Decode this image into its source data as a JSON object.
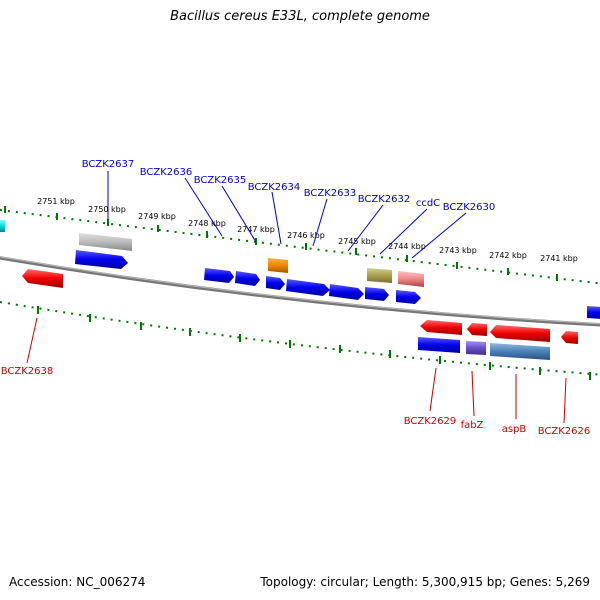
{
  "title": "Bacillus cereus E33L, complete genome",
  "footer": {
    "accession": "Accession: NC_006274",
    "summary": "Topology: circular; Length: 5,300,915 bp; Genes: 5,269"
  },
  "ruler": {
    "unit": "kbp",
    "outer_ticks": [
      "2751 kbp",
      "2750 kbp",
      "2749 kbp",
      "2748 kbp",
      "2747 kbp",
      "2746 kbp",
      "2745 kbp",
      "2744 kbp",
      "2743 kbp",
      "2742 kbp",
      "2741 kbp"
    ]
  },
  "genes_forward": [
    "BCZK2637",
    "BCZK2636",
    "BCZK2635",
    "BCZK2634",
    "BCZK2633",
    "BCZK2632",
    "ccdC",
    "BCZK2630"
  ],
  "genes_reverse": [
    "BCZK2638",
    "BCZK2629",
    "fabZ",
    "aspB",
    "BCZK2626"
  ],
  "colors": {
    "forward_label": "#0000cc",
    "reverse_label": "#cc0000",
    "cds_forward": "#0000ee",
    "cds_reverse": "#ee0000",
    "tick": "#007700",
    "backbone": "#777777"
  }
}
